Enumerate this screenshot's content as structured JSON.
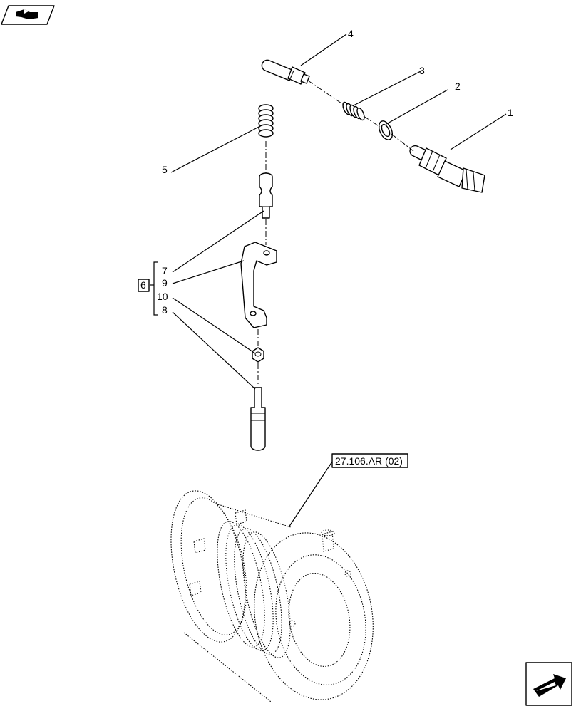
{
  "callouts": {
    "c1": "1",
    "c2": "2",
    "c3": "3",
    "c4": "4",
    "c5": "5",
    "c6": "6",
    "c7": "7",
    "c8": "8",
    "c9": "9",
    "c10": "10"
  },
  "reference": "27.106.AR (02)",
  "icons": {
    "top_left": "previous-page-icon",
    "bottom_right": "next-page-icon"
  }
}
